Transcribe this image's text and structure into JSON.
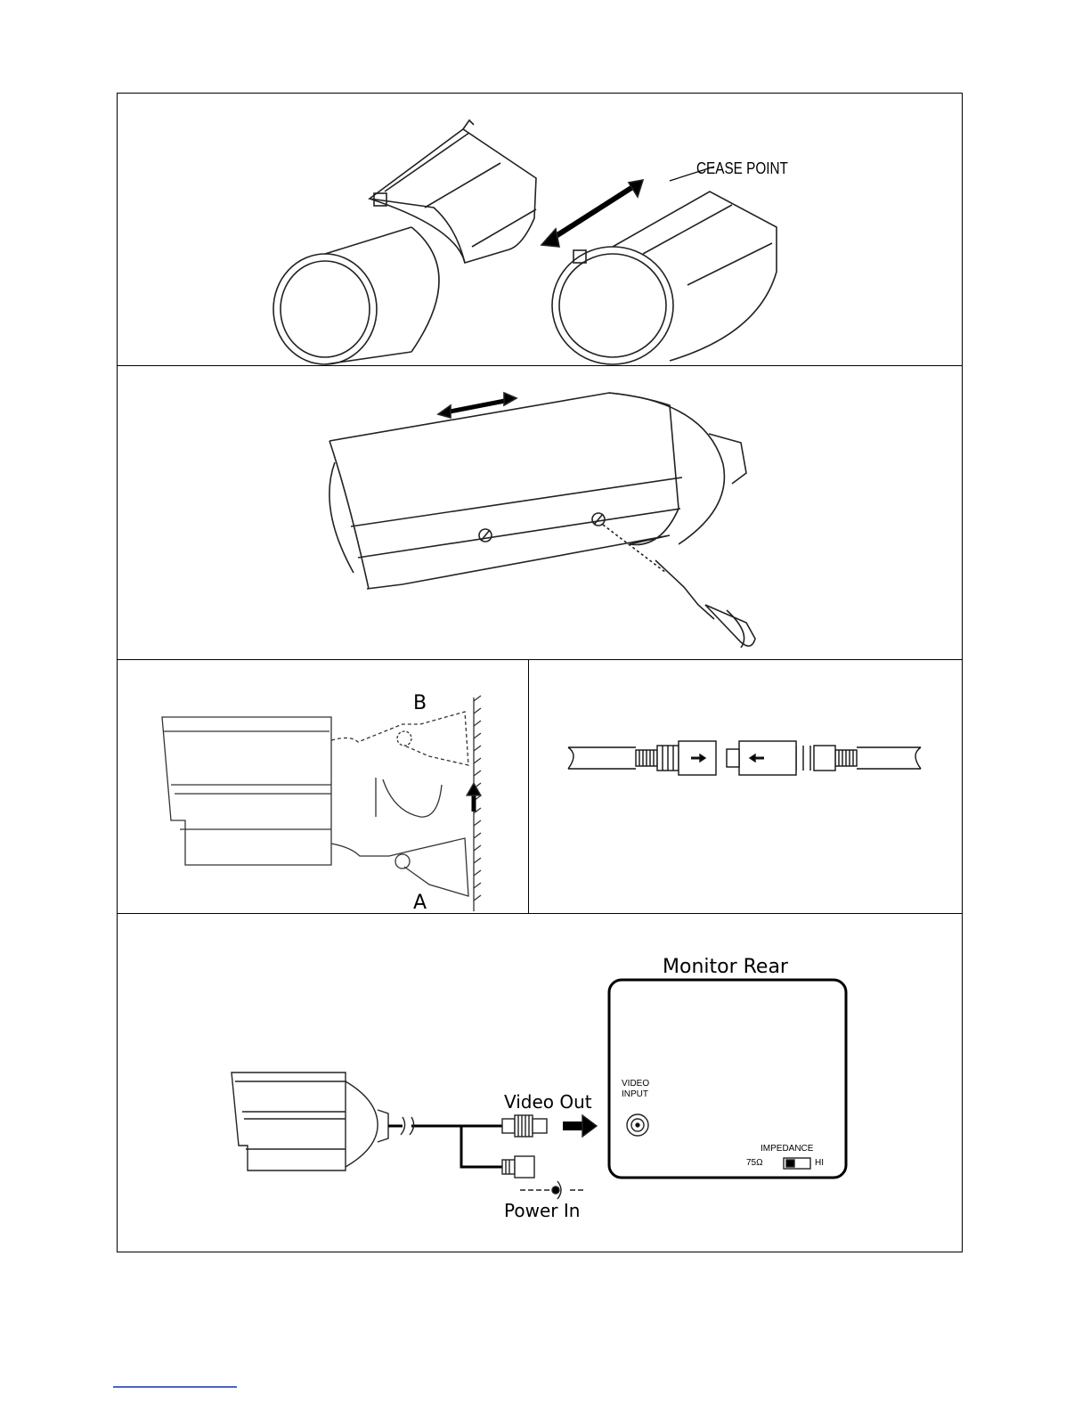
{
  "panel1": {
    "cease_label": "CEASE POINT"
  },
  "panel3": {
    "label_b": "B",
    "label_a": "A"
  },
  "panel5": {
    "monitor_title": "Monitor Rear",
    "video_out_label": "Video Out",
    "power_in_label": "Power In",
    "video_input_label": [
      "VIDEO",
      "INPUT"
    ],
    "impedance_label": "IMPEDANCE",
    "ohm_label": "75Ω",
    "hi_label": "HI"
  }
}
